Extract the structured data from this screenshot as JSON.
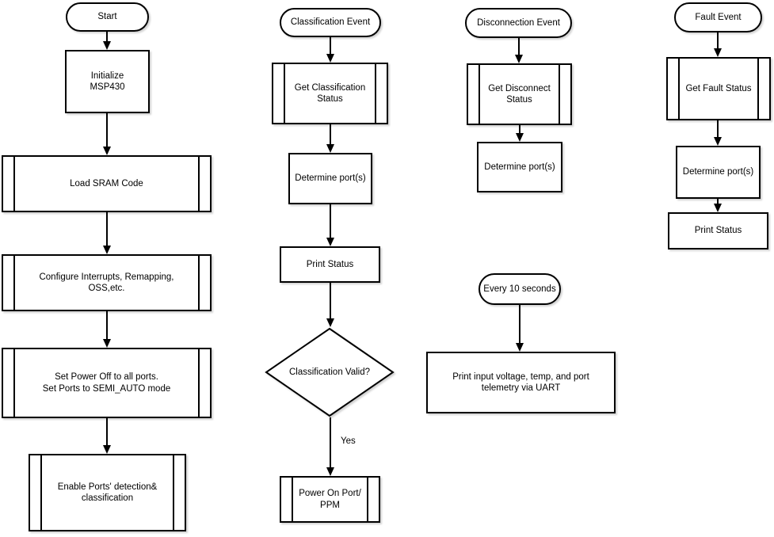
{
  "diagram": {
    "type": "flowchart",
    "colors": {
      "stroke": "#000000",
      "fill": "#ffffff",
      "background": "#ffffff",
      "text": "#000000"
    }
  },
  "flows": {
    "main": {
      "start": "Start",
      "init_msp430": "Initialize\nMSP430",
      "load_sram": "Load SRAM Code",
      "configure": "Configure Interrupts, Remapping,\nOSS,etc.",
      "set_power": "Set Power Off to all ports.\nSet Ports to SEMI_AUTO mode",
      "enable_ports": "Enable Ports' detection&\nclassification"
    },
    "classification": {
      "event": "Classification Event",
      "get_status": "Get Classification\nStatus",
      "determine_ports": "Determine port(s)",
      "print_status": "Print Status",
      "valid_check": "Classification Valid?",
      "yes_label": "Yes",
      "power_on": "Power On Port/\nPPM"
    },
    "disconnection": {
      "event": "Disconnection Event",
      "get_status": "Get Disconnect\nStatus",
      "determine_ports": "Determine port(s)"
    },
    "telemetry": {
      "event": "Every 10 seconds",
      "print": "Print input voltage, temp, and port\ntelemetry via UART"
    },
    "fault": {
      "event": "Fault Event",
      "get_status": "Get Fault Status",
      "determine_ports": "Determine port(s)",
      "print_status": "Print Status"
    }
  }
}
